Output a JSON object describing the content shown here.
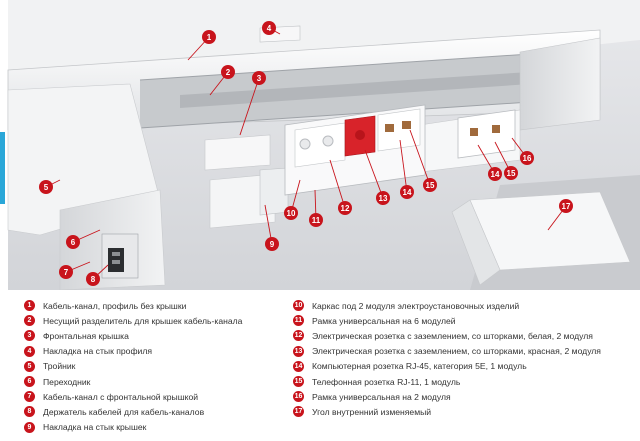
{
  "callouts": [
    "1",
    "2",
    "3",
    "4",
    "5",
    "6",
    "7",
    "8",
    "9",
    "10",
    "11",
    "12",
    "13",
    "14",
    "15",
    "16",
    "17"
  ],
  "callouts_extra": [
    "14",
    "15"
  ],
  "legend": {
    "left": [
      {
        "num": "1",
        "text": "Кабель-канал, профиль без крышки"
      },
      {
        "num": "2",
        "text": "Несущий разделитель для крышек кабель-канала"
      },
      {
        "num": "3",
        "text": "Фронтальная крышка"
      },
      {
        "num": "4",
        "text": "Накладка на стык профиля"
      },
      {
        "num": "5",
        "text": "Тройник"
      },
      {
        "num": "6",
        "text": "Переходник"
      },
      {
        "num": "7",
        "text": "Кабель-канал с фронтальной крышкой"
      },
      {
        "num": "8",
        "text": "Держатель кабелей для кабель-каналов"
      },
      {
        "num": "9",
        "text": "Накладка на стык крышек"
      }
    ],
    "right": [
      {
        "num": "10",
        "text": "Каркас под 2 модуля электроустановочных изделий"
      },
      {
        "num": "11",
        "text": "Рамка универсальная на 6 модулей"
      },
      {
        "num": "12",
        "text": "Электрическая розетка с заземлением, со шторками, белая, 2 модуля"
      },
      {
        "num": "13",
        "text": "Электрическая розетка с заземлением, со шторками, красная, 2 модуля"
      },
      {
        "num": "14",
        "text": "Компьютерная розетка RJ-45, категория 5E, 1 модуль"
      },
      {
        "num": "15",
        "text": "Телефонная розетка RJ-11, 1 модуль"
      },
      {
        "num": "16",
        "text": "Рамка универсальная на 2 модуля"
      },
      {
        "num": "17",
        "text": "Угол внутренний изменяемый"
      }
    ]
  },
  "colors": {
    "badge": "#c8141c",
    "accent_tab": "#2aa7d8",
    "socket_red": "#d8232a"
  }
}
